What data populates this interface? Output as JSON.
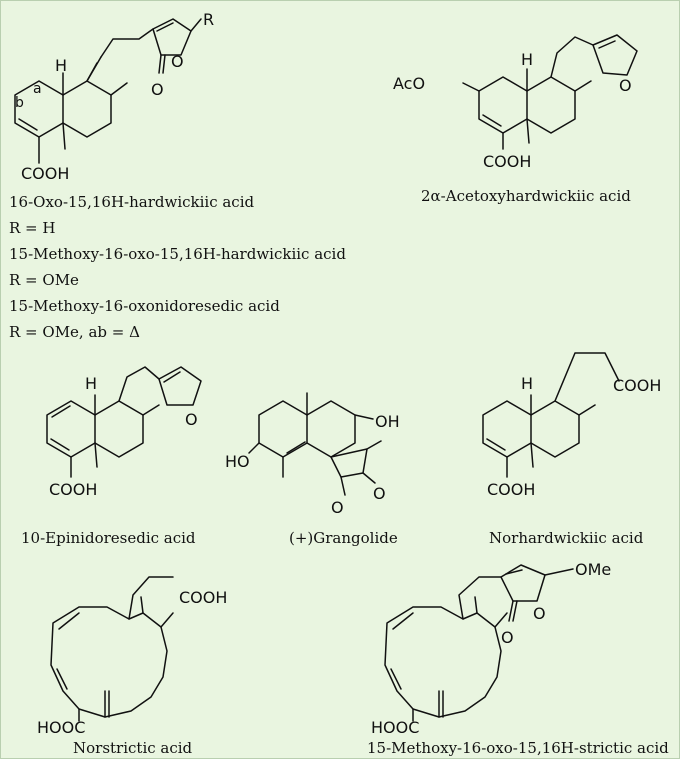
{
  "colors": {
    "background": "#e9f5e0",
    "ink": "#111111"
  },
  "compounds": [
    {
      "name": "16-Oxo-15,16H-hardwickiic acid"
    },
    {
      "name": "2α-Acetoxyhardwickiic acid"
    },
    {
      "name": "10-Epinidoresedic acid"
    },
    {
      "name": "(+)Grangolide"
    },
    {
      "name": "Norhardwickiic acid"
    },
    {
      "name": "Norstrictic acid"
    },
    {
      "name": "15-Methoxy-16-oxo-15,16H-strictic acid"
    }
  ],
  "variants": [
    {
      "r": "R = H"
    },
    {
      "name": "15-Methoxy-16-oxo-15,16H-hardwickiic acid",
      "r": "R = OMe"
    },
    {
      "name": "15-Methoxy-16-oxonidoresedic acid",
      "r": "R = OMe, ab = Δ"
    }
  ],
  "atoms": {
    "R": "R",
    "H": "H",
    "O": "O",
    "a": "a",
    "b": "b",
    "COOH": "COOH",
    "HOOC": "HOOC",
    "AcO": "AcO",
    "OH": "OH",
    "HO": "HO",
    "OMe": "OMe"
  }
}
